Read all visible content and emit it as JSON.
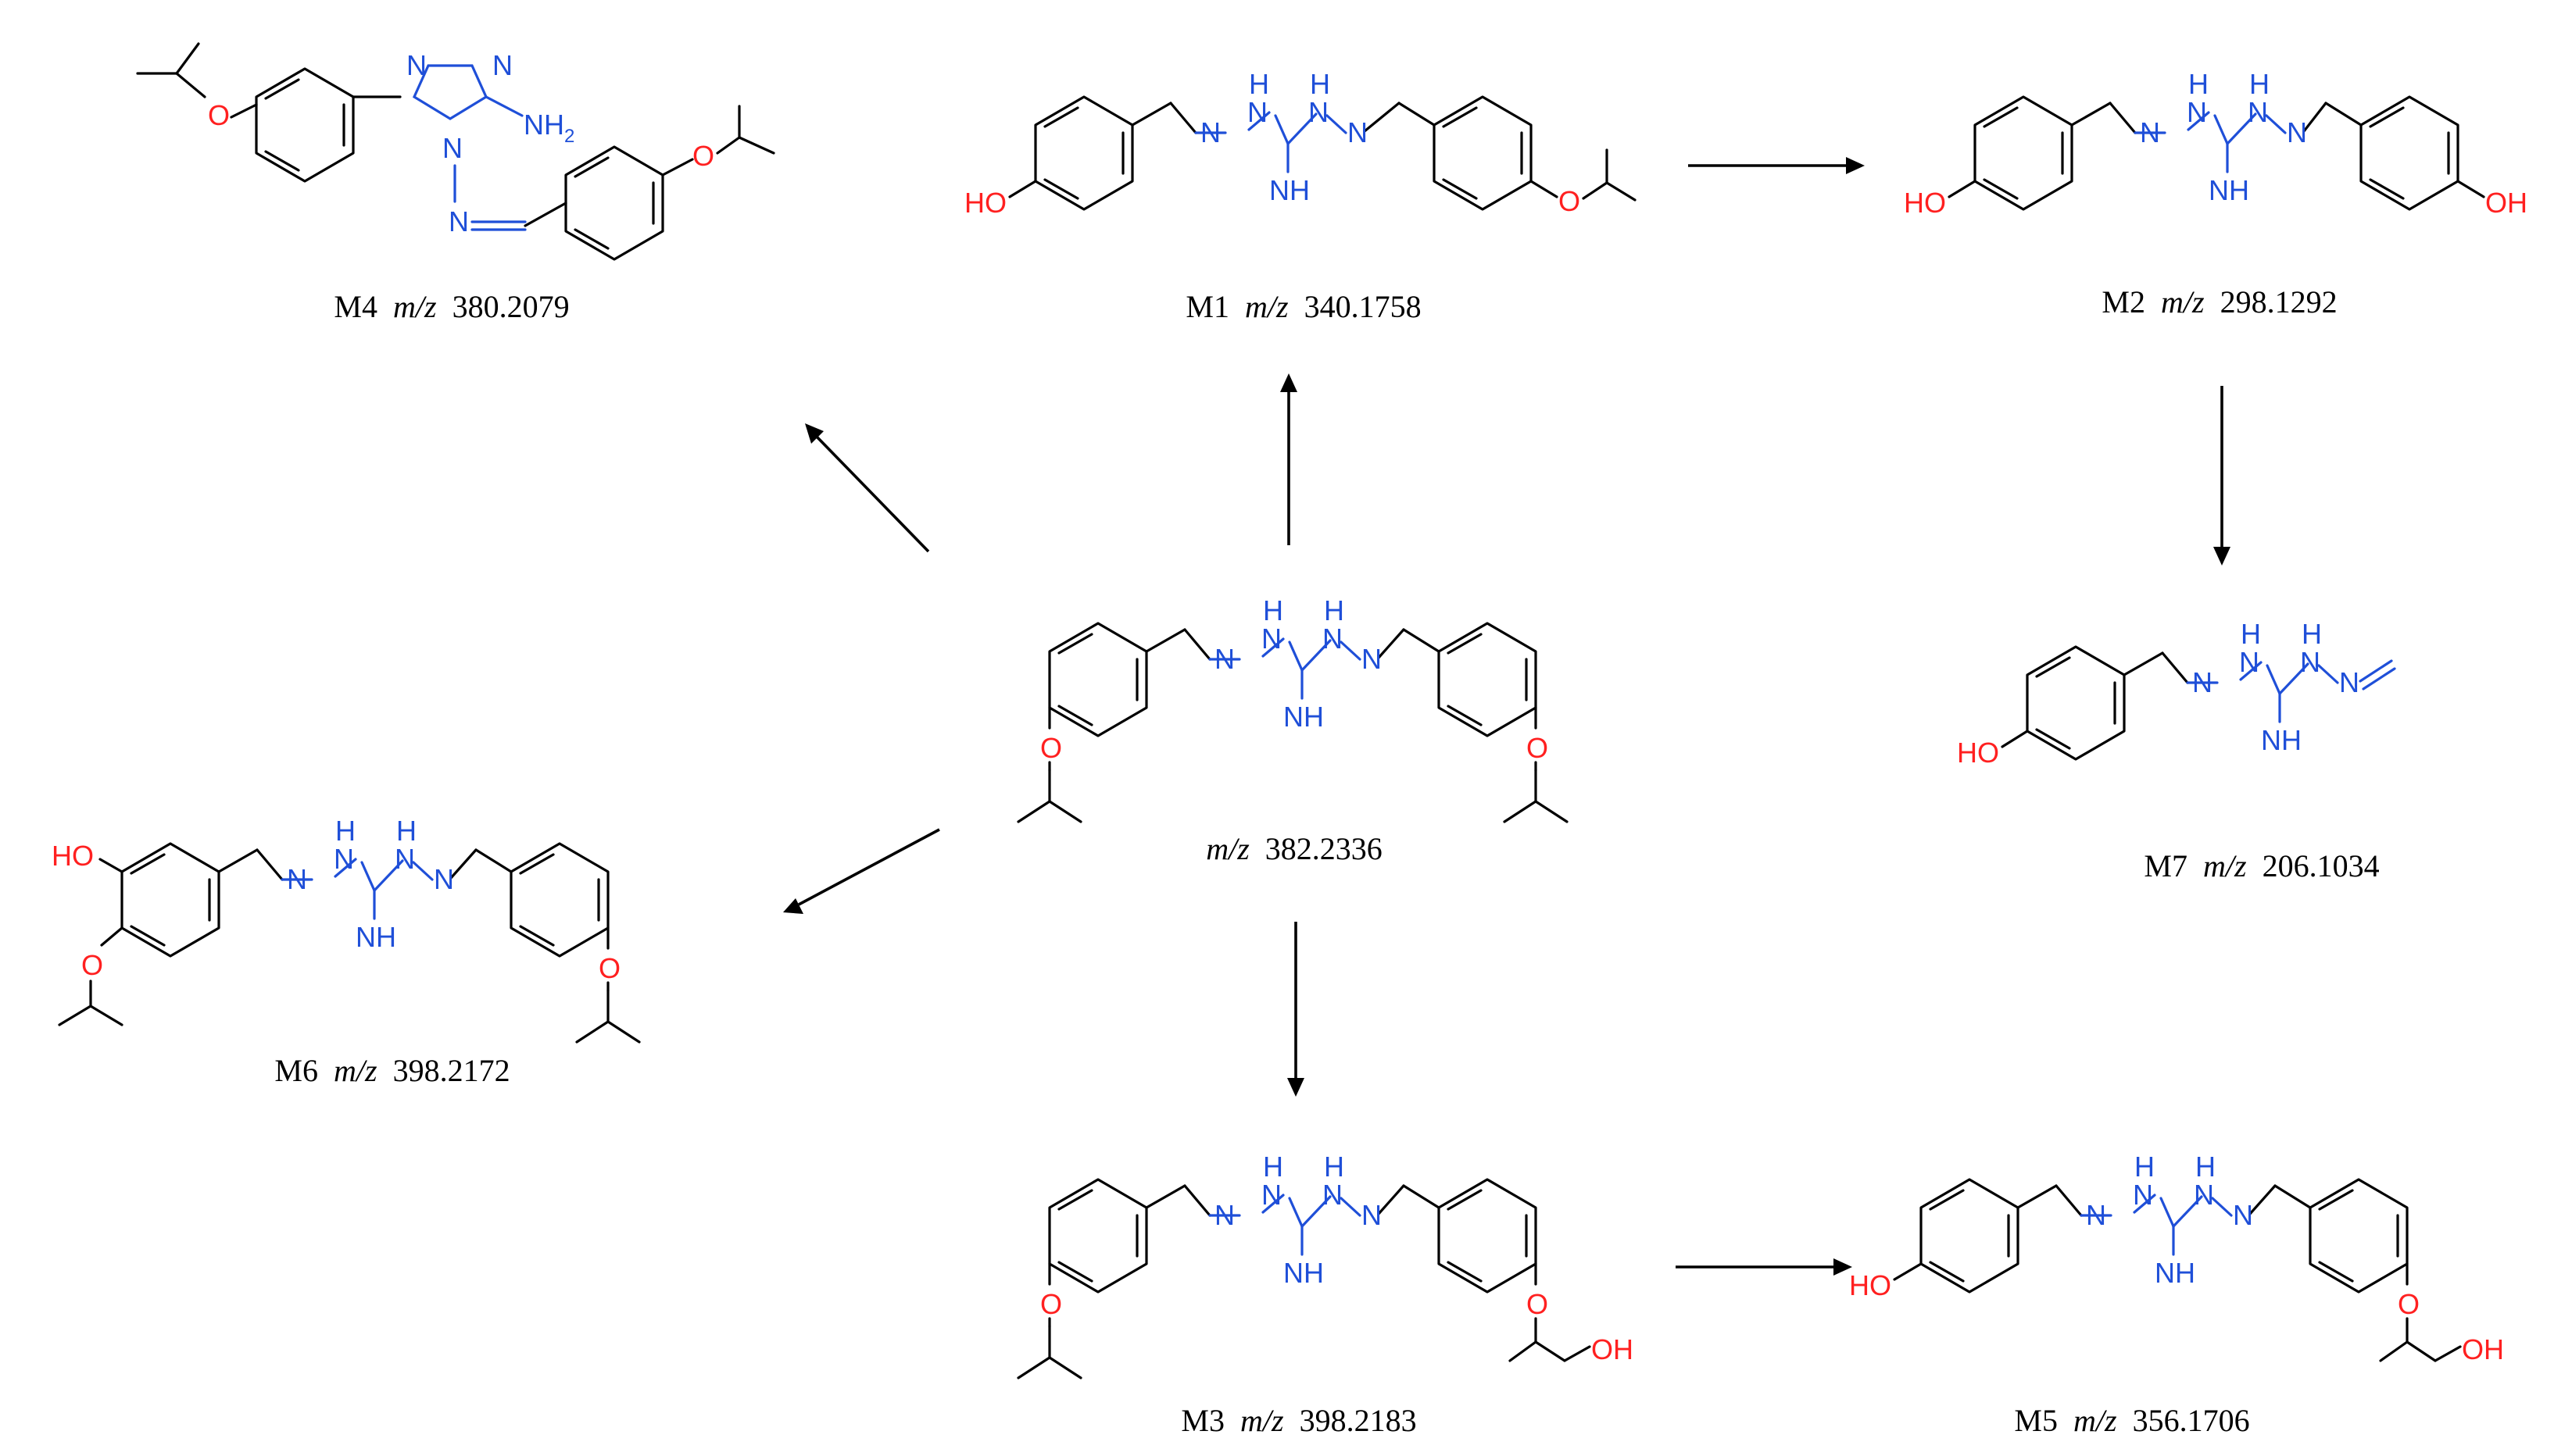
{
  "compounds": [
    {
      "id": "parent",
      "name": "",
      "mz_prefix": "m/z",
      "mz": "382.2336"
    },
    {
      "id": "M1",
      "name": "M1",
      "mz_prefix": "m/z",
      "mz": "340.1758"
    },
    {
      "id": "M2",
      "name": "M2",
      "mz_prefix": "m/z",
      "mz": "298.1292"
    },
    {
      "id": "M3",
      "name": "M3",
      "mz_prefix": "m/z",
      "mz": "398.2183"
    },
    {
      "id": "M4",
      "name": "M4",
      "mz_prefix": "m/z",
      "mz": "380.2079"
    },
    {
      "id": "M5",
      "name": "M5",
      "mz_prefix": "m/z",
      "mz": "356.1706"
    },
    {
      "id": "M6",
      "name": "M6",
      "mz_prefix": "m/z",
      "mz": "398.2172"
    },
    {
      "id": "M7",
      "name": "M7",
      "mz_prefix": "m/z",
      "mz": "206.1034"
    }
  ],
  "atoms": {
    "nh": "NH",
    "h": "H",
    "n": "N",
    "nh2": "NH",
    "sub2": "2",
    "ho": "HO",
    "oh": "OH",
    "o": "O"
  },
  "arrows": [
    {
      "from": "parent",
      "to": "M1"
    },
    {
      "from": "parent",
      "to": "M4"
    },
    {
      "from": "parent",
      "to": "M6"
    },
    {
      "from": "parent",
      "to": "M3"
    },
    {
      "from": "M1",
      "to": "M2"
    },
    {
      "from": "M2",
      "to": "M7"
    },
    {
      "from": "M3",
      "to": "M5"
    }
  ]
}
